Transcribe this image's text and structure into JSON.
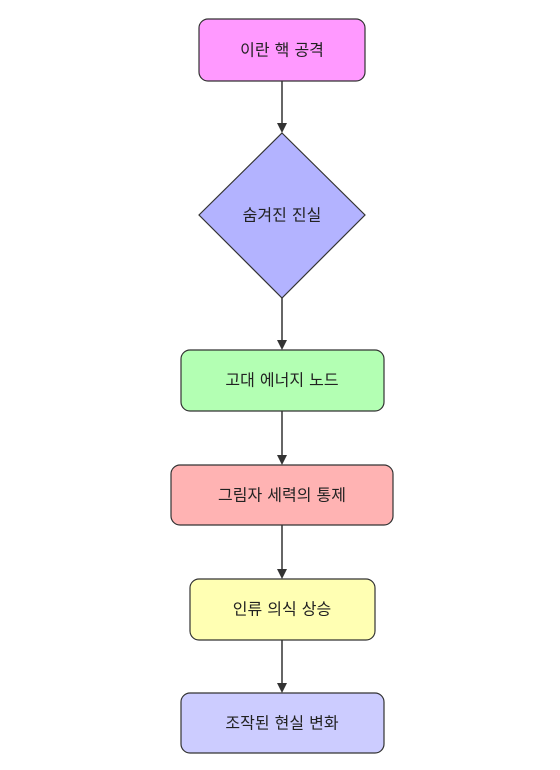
{
  "diagram": {
    "nodes": [
      {
        "id": "n1",
        "label": "이란 핵 공격",
        "shape": "rounded-rect",
        "fill": "#ff99ff"
      },
      {
        "id": "n2",
        "label": "숨겨진 진실",
        "shape": "diamond",
        "fill": "#b3b3ff"
      },
      {
        "id": "n3",
        "label": "고대 에너지 노드",
        "shape": "rounded-rect",
        "fill": "#b3ffb3"
      },
      {
        "id": "n4",
        "label": "그림자 세력의 통제",
        "shape": "rounded-rect",
        "fill": "#ffb3b3"
      },
      {
        "id": "n5",
        "label": "인류 의식 상승",
        "shape": "rounded-rect",
        "fill": "#ffffb3"
      },
      {
        "id": "n6",
        "label": "조작된 현실 변화",
        "shape": "rounded-rect",
        "fill": "#ccccff"
      }
    ],
    "edges": [
      {
        "from": "n1",
        "to": "n2"
      },
      {
        "from": "n2",
        "to": "n3"
      },
      {
        "from": "n3",
        "to": "n4"
      },
      {
        "from": "n4",
        "to": "n5"
      },
      {
        "from": "n5",
        "to": "n6"
      }
    ],
    "colors": {
      "stroke": "#333333",
      "arrow": "#333333",
      "text": "#222222"
    }
  }
}
